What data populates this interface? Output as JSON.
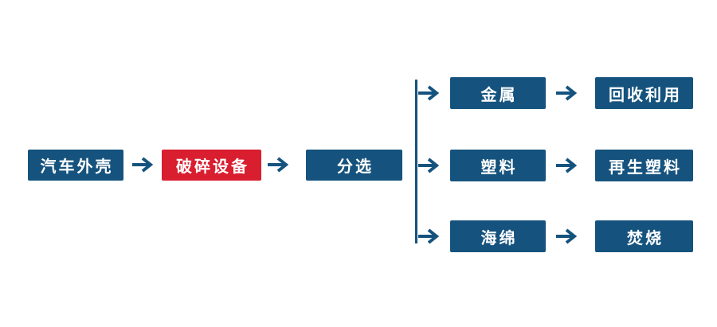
{
  "diagram": {
    "type": "flowchart",
    "background": "#ffffff",
    "colors": {
      "node_blue": "#15537E",
      "node_red": "#D91E30",
      "arrow_blue": "#15537E",
      "label_white": "#FFFFFF",
      "background": "#FFFFFF"
    },
    "arrow_glyph": "→",
    "main_flow": {
      "source": {
        "label": "汽车外壳"
      },
      "shredder": {
        "label": "破碎设备"
      },
      "sorting": {
        "label": "分选"
      }
    },
    "branches": [
      {
        "material": "金属",
        "outcome": "回收利用"
      },
      {
        "material": "塑料",
        "outcome": "再生塑料"
      },
      {
        "material": "海绵",
        "outcome": "焚烧"
      }
    ]
  }
}
